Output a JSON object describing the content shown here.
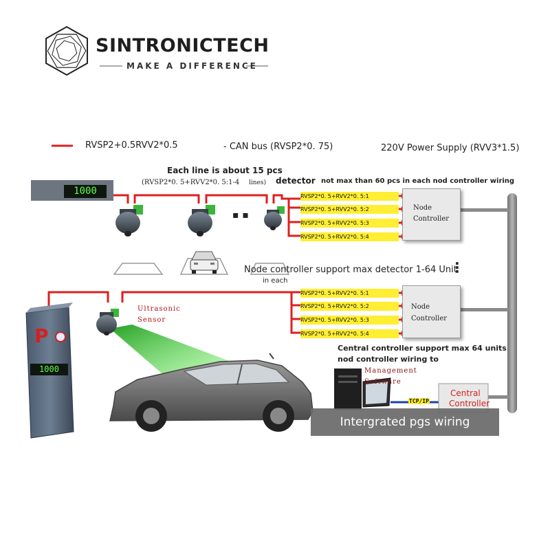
{
  "brand": {
    "name": "SINTRONICTECH",
    "tagline": "MAKE A DIFFERENCE"
  },
  "legend": {
    "red_wire": "RVSP2+0.5RVV2*0.5",
    "can_bus": "- CAN bus (RVSP2*0. 75)",
    "power": "220V Power Supply (RVV3*1.5)"
  },
  "annotations": {
    "line_count": "Each line is about 15 pcs",
    "line_spec": "(RVSP2*0. 5+RVV2*0. 5:1-4",
    "lines_word": "lines)",
    "detector_word": "detector",
    "detector_limit": "not max than 60 pcs in each nod controller wiring",
    "node_support": "Node controller support max detector 1-64 Unit",
    "in_each": "in each",
    "central_support_1": "Central controller support max 64 units",
    "central_support_2": "nod controller wiring to",
    "ultrasonic_1": "Ultrasonic",
    "ultrasonic_2": "Sensor",
    "dots_mid": "▪ ▪",
    "dots_vertical": "⋮"
  },
  "displays": {
    "top_display": "1000",
    "sign_display": "1000",
    "sign_letter": "P"
  },
  "node_controllers": [
    {
      "line1": "Node",
      "line2": "Controller",
      "wires": [
        "RVSP2*0. 5+RVV2*0. 5:1",
        "RVSP2*0. 5+RVV2*0. 5:2",
        "RVSP2*0. 5+RVV2*0. 5:3",
        "RVSP2*0. 5+RVV2*0. 5:4"
      ]
    },
    {
      "line1": "Node",
      "line2": "Controller",
      "wires": [
        "RVSP2*0. 5+RVV2*0. 5:1",
        "RVSP2*0. 5+RVV2*0. 5:2",
        "RVSP2*0. 5+RVV2*0. 5:3",
        "RVSP2*0. 5+RVV2*0. 5:4"
      ]
    }
  ],
  "management": {
    "line1": "Management",
    "line2": "Software",
    "tcp": "TCP/IP"
  },
  "central": {
    "line1": "Central",
    "line2": "Controller"
  },
  "caption": "Intergrated pgs wiring",
  "colors": {
    "wire_red": "#dd1f1f",
    "wire_label_bg": "#ffee33",
    "power_bar": "#8a8a8a",
    "beam_green": "#22c422",
    "sensor_green": "#3bb53b"
  }
}
